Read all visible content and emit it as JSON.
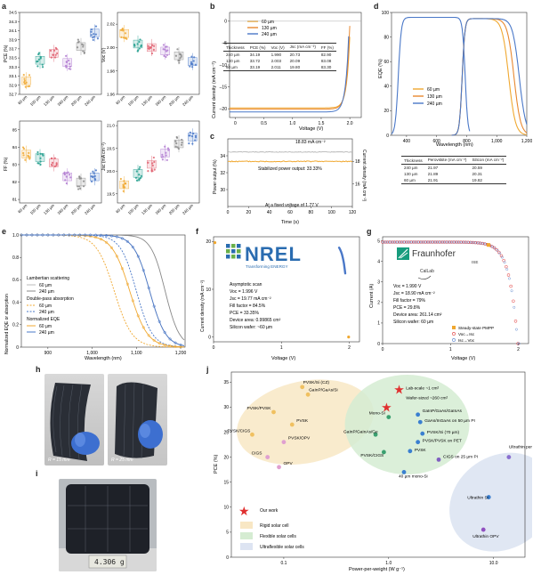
{
  "labels": {
    "a": "a",
    "b": "b",
    "c": "c",
    "d": "d",
    "e": "e",
    "f": "f",
    "g": "g",
    "h": "h",
    "i": "i",
    "j": "j"
  },
  "colors": {
    "c60": "#f0a830",
    "c130": "#e88830",
    "c240": "#4a78c8",
    "nrel_blue": "#2a6cb0",
    "nrel_green": "#6ab04a",
    "red": "#e03030"
  },
  "panel_a": {
    "x_ticks": [
      "60 µm",
      "100 µm",
      "130 µm",
      "160 µm",
      "200 µm",
      "240 µm"
    ],
    "subplots": [
      {
        "ylabel": "PCE (%)",
        "yticks": [
          "32.7",
          "32.8",
          "32.9",
          "33.0",
          "33.1",
          "33.2",
          "33.3",
          "33.4",
          "33.5",
          "33.6",
          "33.7",
          "33.8",
          "33.9",
          "34.0",
          "34.1",
          "34.2",
          "34.3",
          "34.4",
          "34.5"
        ],
        "ylim": [
          32.7,
          34.5
        ],
        "means": [
          33.0,
          33.45,
          33.6,
          33.4,
          33.75,
          34.05
        ]
      },
      {
        "ylabel": "Voc (V)",
        "yticks": [
          "1.96",
          "1.98",
          "2.00",
          "2.02"
        ],
        "ylim": [
          1.96,
          2.03
        ],
        "means": [
          2.012,
          2.003,
          2.0,
          1.997,
          1.993,
          1.988
        ]
      },
      {
        "ylabel": "FF (%)",
        "yticks": [
          "81",
          "82",
          "83",
          "84",
          "85"
        ],
        "ylim": [
          80.8,
          85.5
        ],
        "means": [
          83.6,
          83.4,
          83.1,
          82.3,
          82.0,
          82.3
        ]
      },
      {
        "ylabel": "Jsc (mA cm⁻²)",
        "yticks": [
          "19.5",
          "20.0",
          "20.5",
          "21.0"
        ],
        "ylim": [
          19.3,
          21.1
        ],
        "means": [
          19.7,
          19.95,
          20.15,
          20.4,
          20.6,
          20.75
        ]
      }
    ]
  },
  "panel_b": {
    "legend": [
      "60 µm",
      "130 µm",
      "240 µm"
    ],
    "xlabel": "Voltage (V)",
    "ylabel": "Current density (mA cm⁻²)",
    "xticks": [
      "0",
      "0.5",
      "1.0",
      "1.5",
      "2.0"
    ],
    "yticks": [
      "0",
      "–5",
      "–10",
      "–15",
      "–20"
    ],
    "table_head": [
      "Thickness",
      "PCE (%)",
      "Voc (V)",
      "Jsc (mA cm⁻²)",
      "FF (%)"
    ],
    "table_rows": [
      [
        "240 µm",
        "34.19",
        "1.990",
        "20.73",
        "82.90"
      ],
      [
        "130 µm",
        "33.72",
        "2.003",
        "20.09",
        "83.08"
      ],
      [
        "60 µm",
        "33.19",
        "2.011",
        "19.80",
        "83.30"
      ]
    ]
  },
  "panel_c": {
    "ylabel_left": "Power output (%)",
    "ylabel_right": "Current density (mA cm⁻²)",
    "xlabel": "Time (s)",
    "xticks": [
      "0",
      "20",
      "40",
      "60",
      "80",
      "100",
      "120"
    ],
    "yticks_left": [
      "30",
      "32",
      "34"
    ],
    "yticks_right": [
      "16",
      "18"
    ],
    "ann_current": "18.83 mA cm⁻²",
    "ann_power": "Stabilized power output: 33.33%",
    "ann_voltage": "At a fixed voltage of 1.77 V"
  },
  "panel_d": {
    "ylabel": "EQE (%)",
    "xlabel": "Wavelength (nm)",
    "xticks": [
      "400",
      "600",
      "800",
      "1,000",
      "1,200"
    ],
    "yticks": [
      "0",
      "20",
      "40",
      "60",
      "80",
      "100"
    ],
    "legend": [
      "60 µm",
      "130 µm",
      "240 µm"
    ],
    "table_head": [
      "Thickness",
      "Perovskite (mA cm⁻²)",
      "Silicon (mA cm⁻²)"
    ],
    "table_rows": [
      [
        "240 µm",
        "21.97",
        "20.59"
      ],
      [
        "130 µm",
        "21.89",
        "20.31"
      ],
      [
        "60 µm",
        "21.91",
        "19.82"
      ]
    ]
  },
  "panel_e": {
    "ylabel": "Normalized EQE or absorption",
    "xlabel": "Wavelength (nm)",
    "xticks": [
      "900",
      "1,000",
      "1,100",
      "1,200"
    ],
    "yticks": [
      "0",
      "0.2",
      "0.4",
      "0.6",
      "0.8",
      "1.0"
    ],
    "legend_title1": "Lambertian scattering",
    "legend_title2": "Double-pass absorption",
    "legend_title3": "Normalized EQE",
    "legend_items": [
      "60 µm",
      "240 µm"
    ]
  },
  "panel_f": {
    "logo": "NREL",
    "logo_sub": "Transforming ENERGY",
    "ylabel": "Current density (mA cm⁻²)",
    "xlabel": "Voltage (V)",
    "xticks": [
      "0",
      "1",
      "2"
    ],
    "yticks": [
      "0",
      "10",
      "20"
    ],
    "lines": [
      "Asymptotic scan",
      "Voc = 1.996 V",
      "Jsc = 19.77 mA cm⁻²",
      "Fill factor = 84.5%",
      "PCE = 33.35%",
      "Device area: 0.99865 cm²",
      "Silicon wafer: ~60 µm"
    ]
  },
  "panel_g": {
    "logo": "Fraunhofer",
    "logo_sub": "ISE",
    "callab": "CalLab",
    "ylabel": "Current (A)",
    "xlabel": "Voltage (V)",
    "xticks": [
      "0",
      "1",
      "2"
    ],
    "yticks": [
      "0",
      "1",
      "2",
      "3",
      "4",
      "5"
    ],
    "lines": [
      "Voc = 1.990 V",
      "Jsc = 18.90 mA cm⁻²",
      "Fill factor = 79%",
      "PCE = 29.8%",
      "Device area: 261.14 cm²",
      "Silicon wafer: 60 µm"
    ],
    "legend": [
      "Steady-state PMPP",
      "Voc→Isc",
      "Isc→Voc"
    ]
  },
  "panel_h": {
    "r1": "R = 15 mm",
    "r2": "R = 25 mm"
  },
  "panel_i": {
    "readout": "4.306 g"
  },
  "panel_j": {
    "ylabel": "PCE (%)",
    "xlabel": "Power-per-weight (W g⁻¹)",
    "xticks": [
      "0.1",
      "1.0",
      "10.0"
    ],
    "yticks": [
      "0",
      "5",
      "10",
      "15",
      "20",
      "25",
      "30",
      "35"
    ],
    "legend": [
      "Our work",
      "Rigid solar cell",
      "Flexible solar cells",
      "Ultraflexible solar cells"
    ],
    "annotations": [
      "PVSK/Si (CZ)",
      "GaInP/GaAs/Si",
      "PVSK/PVSK",
      "PVSK",
      "PVSK/CIGS",
      "PVSK/OPV",
      "CIGS",
      "OPV",
      "Lab-scale ~1 cm²",
      "Wafer-sized ~260 cm²",
      "GaInP/GaAs/GaInAs",
      "GaAs/InGaAs on 50 µm PI",
      "PVSK/Si (70 µm)",
      "PVSK/PVSK on PET",
      "Mono-Si",
      "GaInP/GaInAs/Ge",
      "PVSK/CIGS",
      "PVSK",
      "CIGS on 25 µm PI",
      "40 µm mono-Si",
      "Ultrathin perovskite",
      "Ultrathin Si",
      "Ultrathin OPV"
    ]
  }
}
